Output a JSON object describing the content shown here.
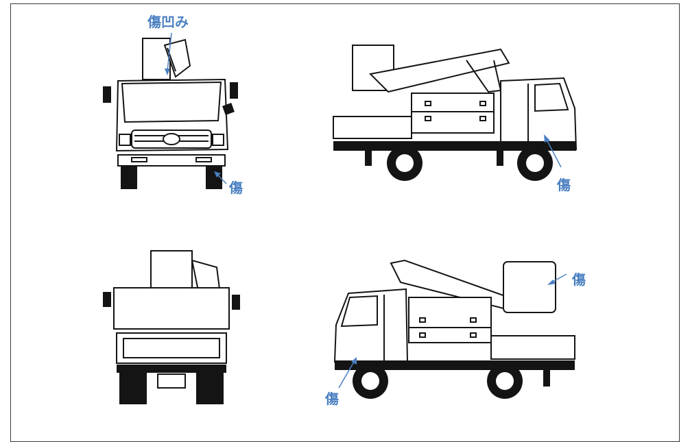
{
  "annotations": {
    "front_dent": "傷凹み",
    "front_scratch": "傷",
    "right_scratch": "傷",
    "left_bucket_scratch": "傷",
    "left_door_scratch": "傷"
  },
  "colors": {
    "annotation": "#4a7fc1",
    "ink": "#141414",
    "frame": "#3a3a3a"
  }
}
